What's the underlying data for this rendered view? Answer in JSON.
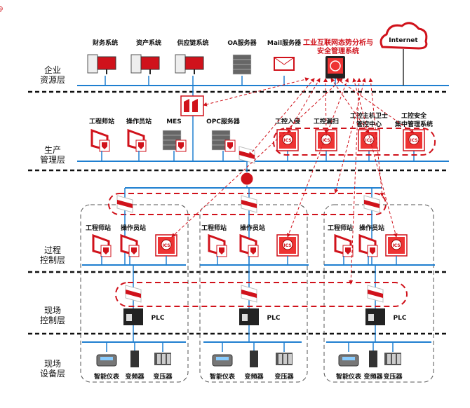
{
  "layers": [
    "企业",
    "资源层",
    "生产",
    "管理层",
    "过程",
    "控制层",
    "现场",
    "控制层",
    "现场",
    "设备层"
  ],
  "enterprise": {
    "items": [
      "财务系统",
      "资产系统",
      "供应链系统",
      "OA服务器",
      "Mail服务器"
    ],
    "security_system": [
      "工业互联网态势分析与",
      "安全管理系统"
    ],
    "internet": "Internet"
  },
  "production": {
    "items": [
      "工程师站",
      "操作员站",
      "MES",
      "OPC服务器",
      "工控入侵",
      "工控漏扫"
    ],
    "host_guard": [
      "工控主机卫士",
      "管控中心"
    ],
    "central_mgmt": [
      "工控安全",
      "集中管理系统"
    ]
  },
  "process": {
    "engineer": "工程师站",
    "operator": "操作员站",
    "ics_label": "ICS"
  },
  "field_control": {
    "plc": "PLC"
  },
  "field_devices": {
    "items": [
      "智能仪表",
      "变频器",
      "变压器"
    ]
  },
  "colors": {
    "accent": "#d0121b",
    "bus": "#1f7fd0",
    "divider": "#111111"
  }
}
